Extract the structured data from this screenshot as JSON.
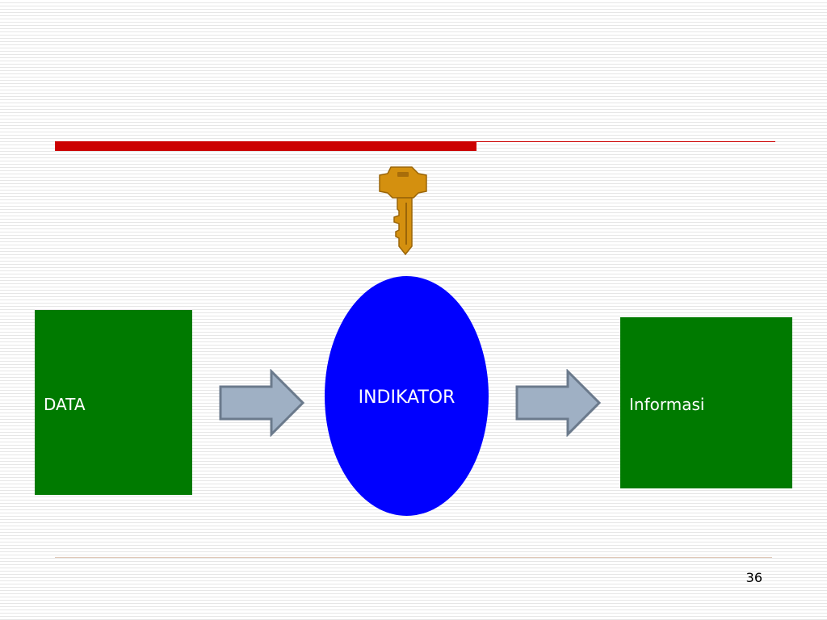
{
  "slide": {
    "page_number": "36"
  },
  "diagram": {
    "input_box": {
      "label": "DATA"
    },
    "process": {
      "label": "INDIKATOR"
    },
    "output_box": {
      "label": "Informasi"
    },
    "icons": {
      "process_symbol": "key-icon",
      "flow": "block-arrow-right-icon"
    }
  },
  "colors": {
    "accent_red": "#cc0000",
    "box_green": "#007a00",
    "ellipse_blue": "#0000ff",
    "arrow_fill": "#9fb0c4",
    "arrow_stroke": "#6b7a8c",
    "key_gold": "#d4900f",
    "footer_line": "#e0c8b8"
  }
}
